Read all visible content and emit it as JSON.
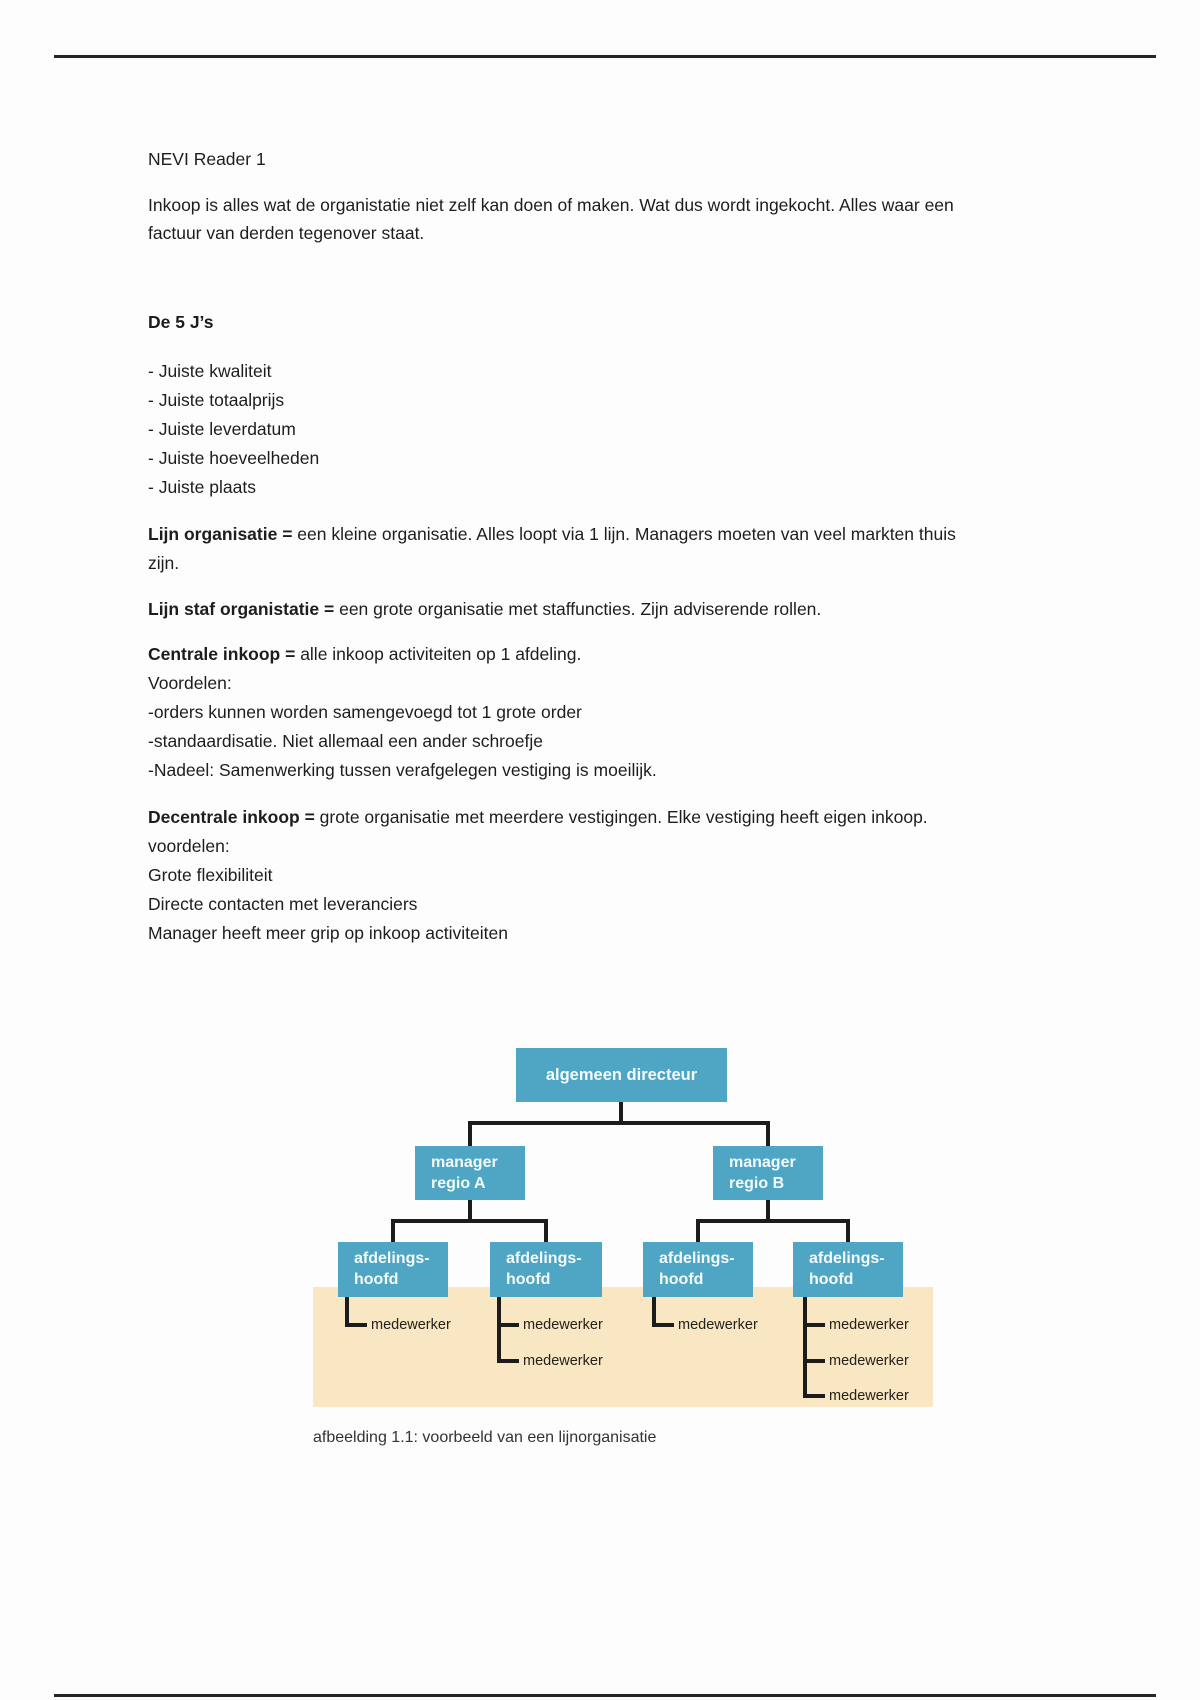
{
  "page": {
    "title": "NEVI Reader 1",
    "intro": {
      "line1": "Inkoop is alles wat de organistatie niet zelf kan doen of maken. Wat dus wordt ingekocht. Alles waar een",
      "line2": "factuur van derden tegenover staat."
    },
    "heading_5js": "De 5 J’s",
    "five_js": [
      "- Juiste kwaliteit",
      "- Juiste totaalprijs",
      "- Juiste leverdatum",
      "- Juiste hoeveelheden",
      "- Juiste plaats"
    ],
    "definitions": {
      "lijn": {
        "term": "Lijn organisatie =",
        "line1": " een kleine organisatie. Alles loopt via 1 lijn. Managers moeten van veel markten thuis",
        "line2": "zijn."
      },
      "lijnstaf": {
        "term": "Lijn staf organistatie =",
        "line1": " een grote organisatie met staffuncties. Zijn adviserende rollen."
      },
      "centraal": {
        "term": "Centrale inkoop =",
        "line1": " alle inkoop activiteiten op 1 afdeling.",
        "lines": [
          "Voordelen:",
          "-orders kunnen worden samengevoegd tot 1 grote order",
          "-standaardisatie. Niet allemaal een ander schroefje",
          "-Nadeel: Samenwerking tussen verafgelegen vestiging is moeilijk."
        ]
      },
      "decentraal": {
        "term": "Decentrale inkoop =",
        "line1": " grote organisatie met meerdere vestigingen. Elke vestiging heeft eigen inkoop.",
        "lines": [
          "voordelen:",
          "Grote flexibiliteit",
          "Directe contacten met leveranciers",
          "Manager heeft meer grip op inkoop activiteiten"
        ]
      }
    }
  },
  "figure": {
    "root": "algemeen directeur",
    "managers": [
      {
        "line1": "manager",
        "line2": "regio A"
      },
      {
        "line1": "manager",
        "line2": "regio B"
      }
    ],
    "departments": [
      {
        "head1": "afdelings-",
        "head2": "hoofd",
        "members": [
          "medewerker"
        ]
      },
      {
        "head1": "afdelings-",
        "head2": "hoofd",
        "members": [
          "medewerker",
          "medewerker"
        ]
      },
      {
        "head1": "afdelings-",
        "head2": "hoofd",
        "members": [
          "medewerker"
        ]
      },
      {
        "head1": "afdelings-",
        "head2": "hoofd",
        "members": [
          "medewerker",
          "medewerker",
          "medewerker"
        ]
      }
    ],
    "caption": "afbeelding 1.1: voorbeeld van een lijnorganisatie",
    "colors": {
      "box": "#4ea6c4",
      "band": "#f9e6c2",
      "line": "#1c1c1c",
      "rule": "#262626"
    }
  }
}
